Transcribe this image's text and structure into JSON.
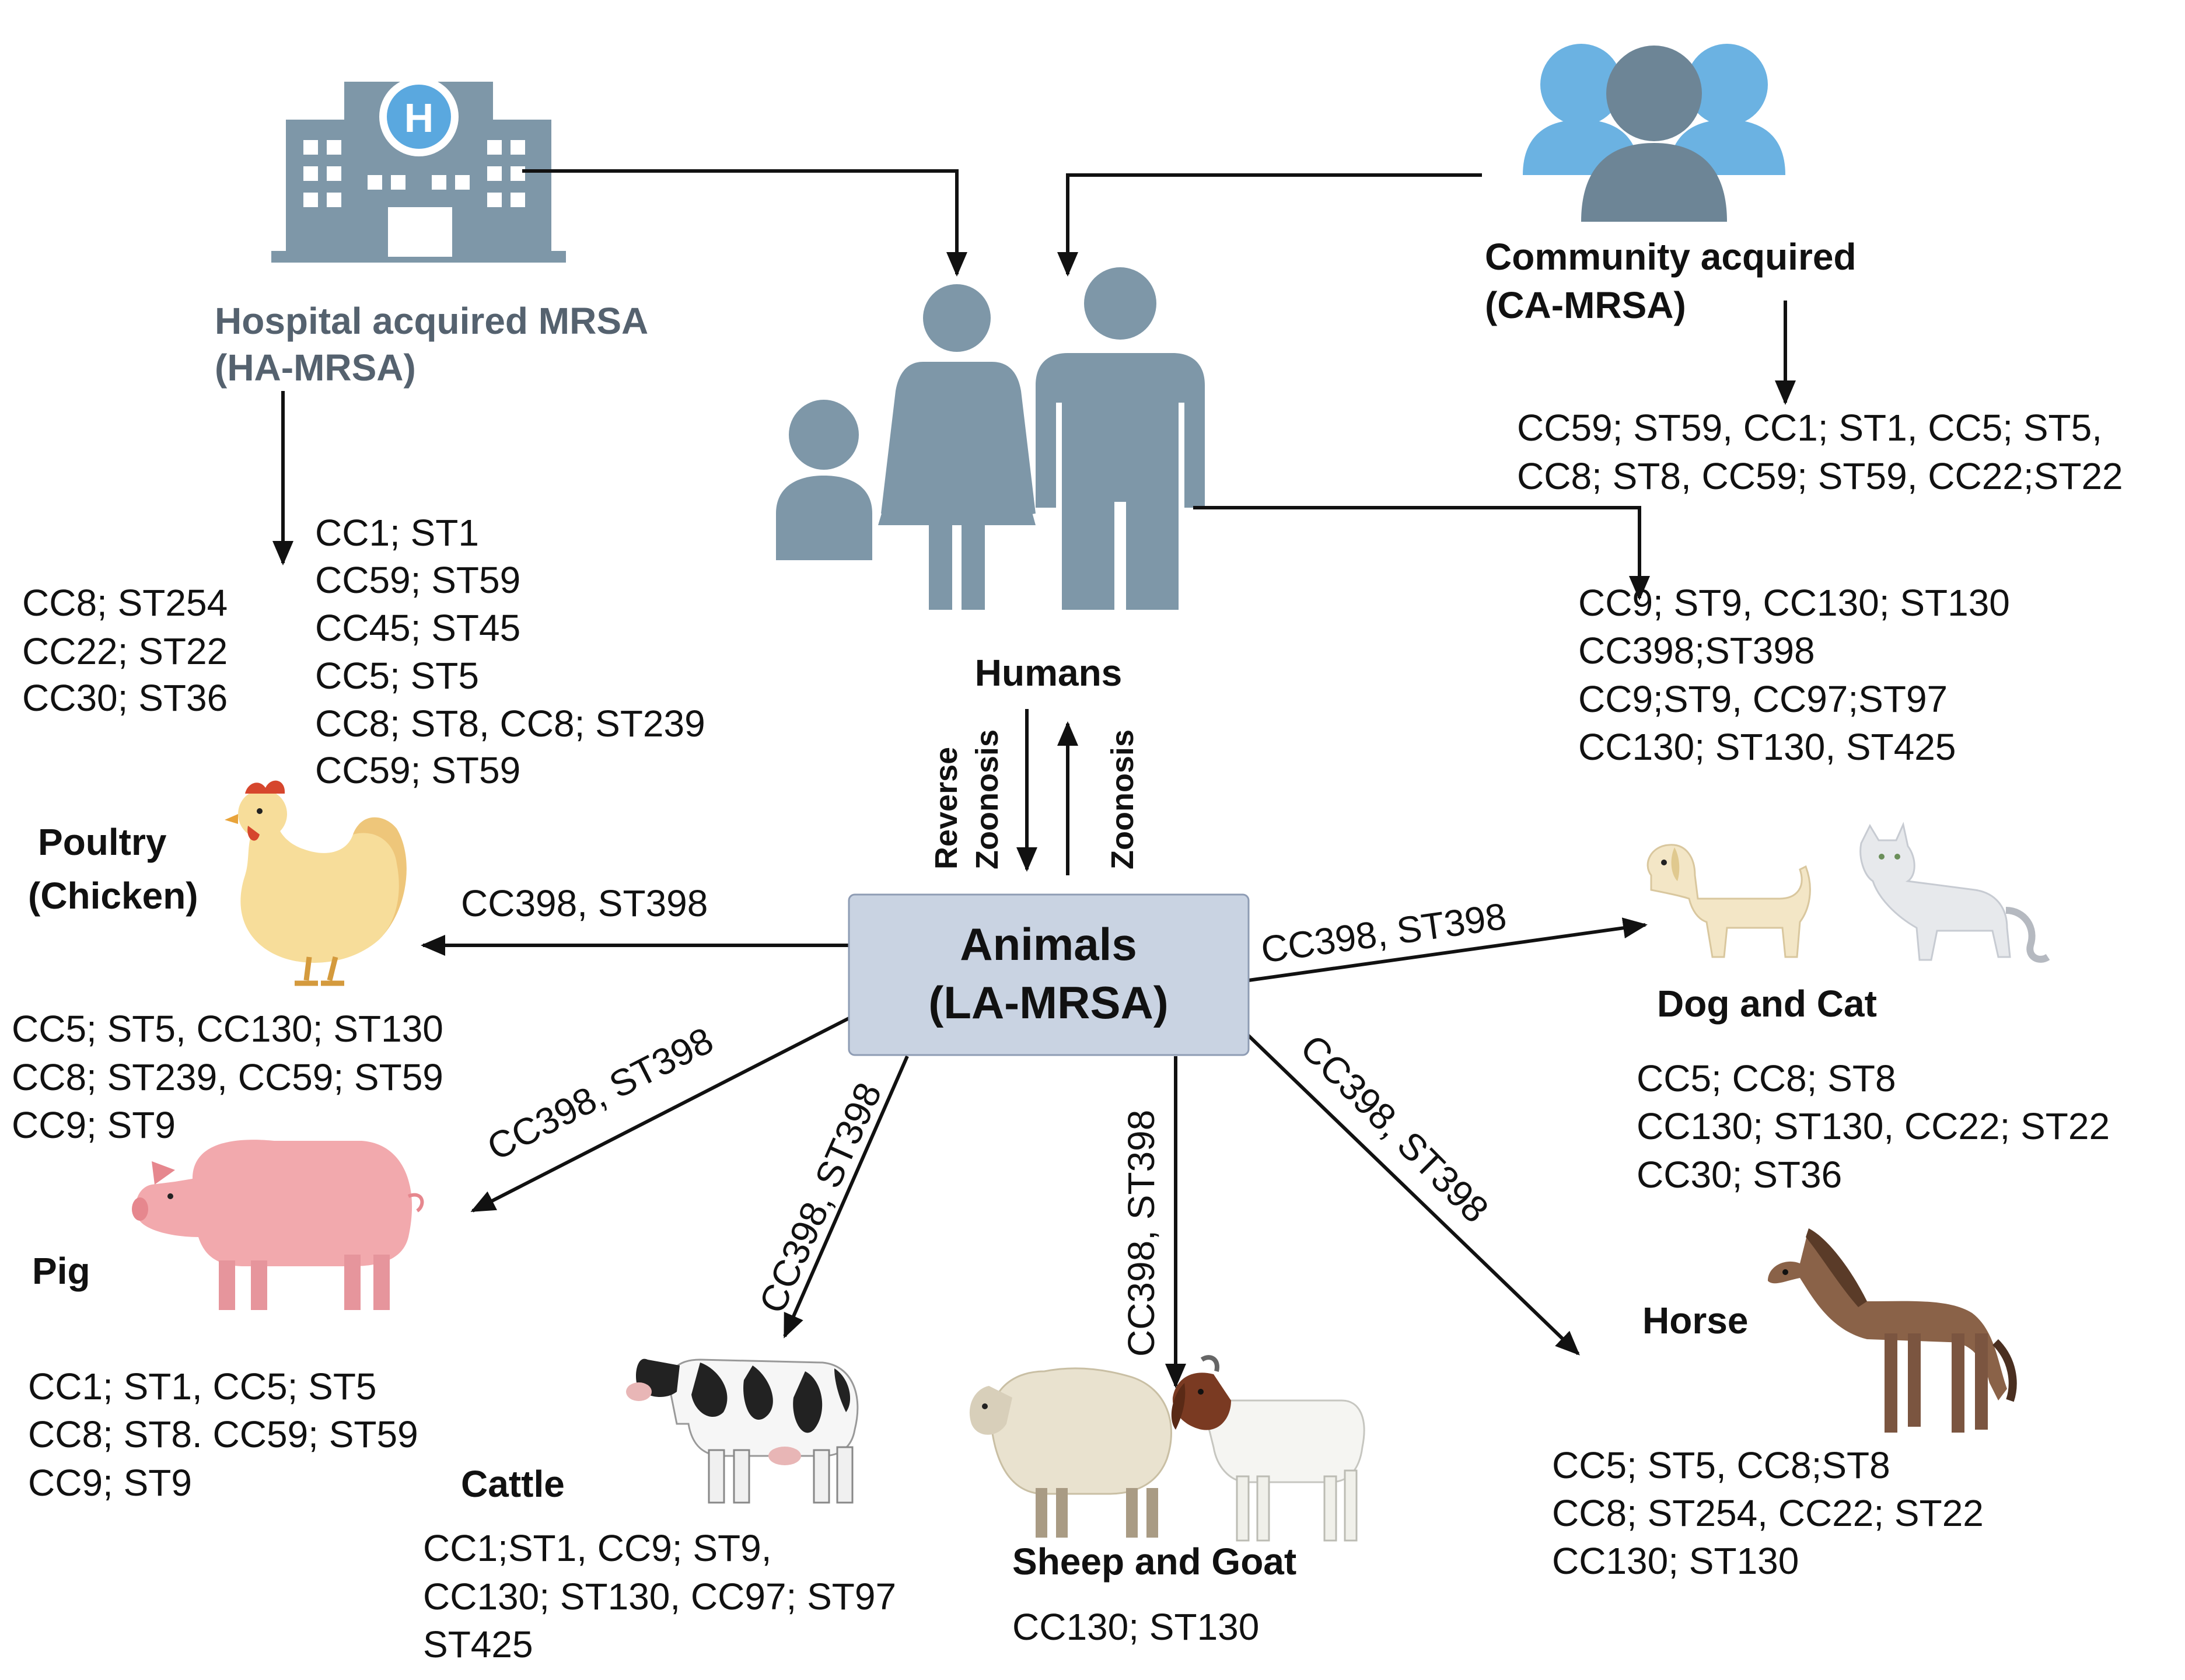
{
  "colors": {
    "human": "#7e97a8",
    "community_light": "#6bb2e2",
    "community_dark": "#6d8596",
    "animals_box": "#c9d3e2",
    "arrow": "#111111"
  },
  "sources": {
    "hospital": {
      "icon": "hospital-icon",
      "label_line1": "Hospital acquired MRSA",
      "label_line2": "(HA-MRSA)",
      "icon_letter": "H",
      "strains_left": [
        "CC8; ST254",
        "CC22; ST22",
        "CC30; ST36"
      ],
      "strains_right": [
        "CC1; ST1",
        "CC59; ST59",
        "CC45; ST45",
        "CC5; ST5",
        "CC8; ST8, CC8; ST239",
        "CC59; ST59"
      ]
    },
    "community": {
      "icon": "people-group-icon",
      "label_line1": "Community acquired",
      "label_line2": "(CA-MRSA)",
      "strains": [
        "CC59; ST59, CC1; ST1, CC5; ST5,",
        "CC8; ST8, CC59; ST59, CC22;ST22"
      ]
    }
  },
  "humans": {
    "icon": "family-icon",
    "label": "Humans",
    "strains": [
      "CC9; ST9, CC130; ST130",
      "CC398;ST398",
      "CC9;ST9, CC97;ST97",
      "CC130; ST130, ST425"
    ],
    "reverse_zoonosis_line1": "Reverse",
    "reverse_zoonosis_line2": "Zoonosis",
    "zoonosis": "Zoonosis"
  },
  "animals": {
    "label_line1": "Animals",
    "label_line2": "(LA-MRSA)",
    "poultry": {
      "label_line1": "Poultry",
      "label_line2": "(Chicken)",
      "icon": "chicken-icon",
      "arrow_label": "CC398, ST398",
      "strains": [
        "CC5; ST5, CC130; ST130",
        "CC8; ST239, CC59; ST59",
        "CC9; ST9"
      ]
    },
    "pig": {
      "label": "Pig",
      "icon": "pig-icon",
      "arrow_label": "CC398, ST398",
      "strains": [
        "CC1; ST1, CC5; ST5",
        "CC8; ST8. CC59; ST59",
        "CC9; ST9"
      ]
    },
    "cattle": {
      "label": "Cattle",
      "icon": "cow-icon",
      "arrow_label": "CC398, ST398",
      "strains": [
        "CC1;ST1, CC9; ST9,",
        "CC130; ST130, CC97; ST97",
        "ST425"
      ]
    },
    "sheep_goat": {
      "label": "Sheep and Goat",
      "icon": "sheep-goat-icon",
      "arrow_label": "CC398, ST398",
      "strains": [
        "CC130; ST130"
      ]
    },
    "horse": {
      "label": "Horse",
      "icon": "horse-icon",
      "arrow_label": "CC398, ST398",
      "strains": [
        "CC5; ST5, CC8;ST8",
        "CC8; ST254, CC22; ST22",
        "CC130; ST130"
      ]
    },
    "dog_cat": {
      "label": "Dog and Cat",
      "icon": "dog-cat-icon",
      "arrow_label": "CC398, ST398",
      "strains": [
        "CC5; CC8; ST8",
        "CC130; ST130, CC22; ST22",
        "CC30; ST36"
      ]
    }
  }
}
